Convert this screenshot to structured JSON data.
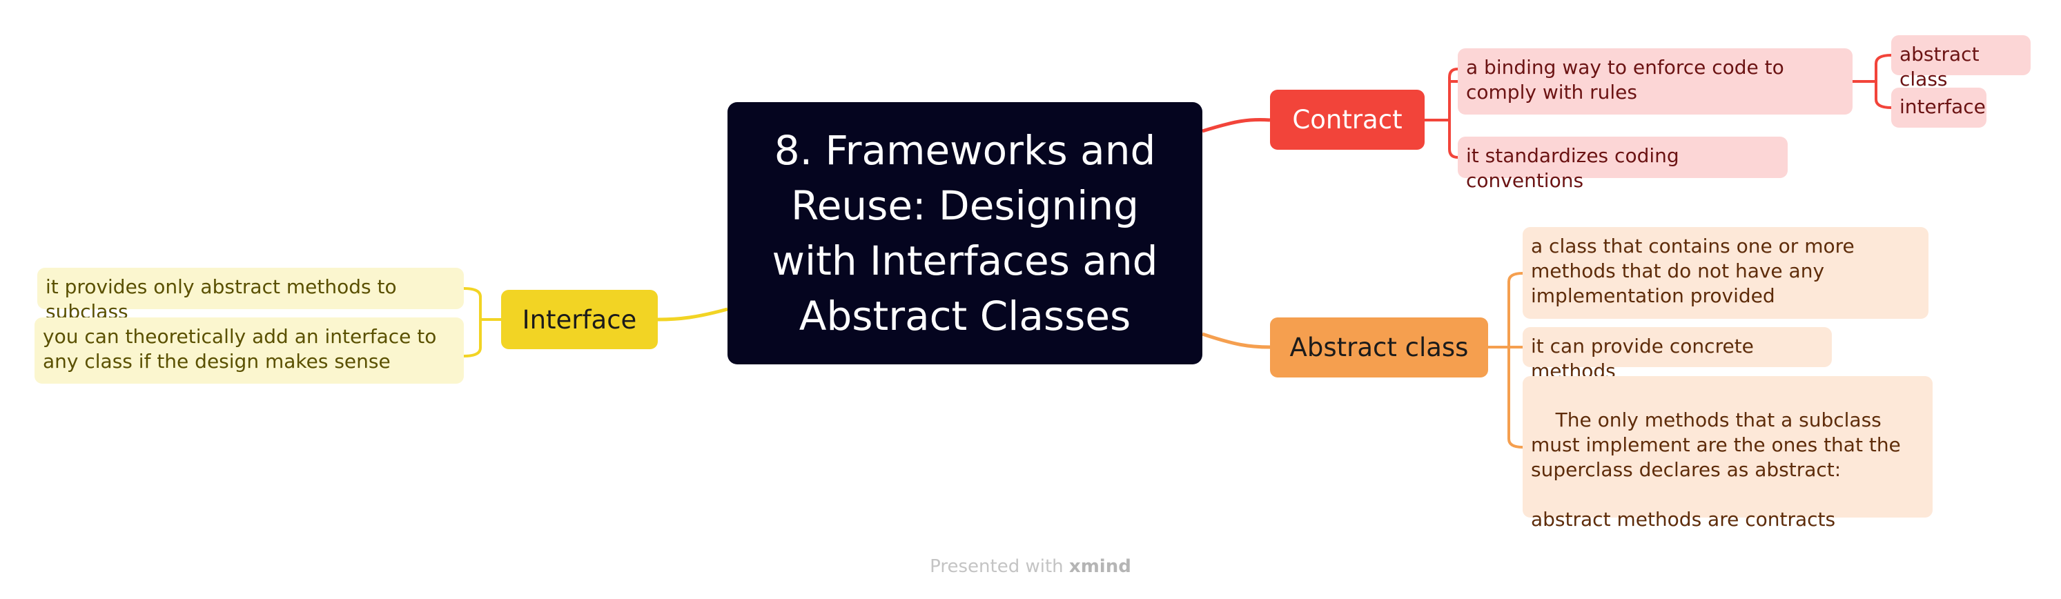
{
  "central_topic": "8. Frameworks and Reuse: Designing with Interfaces and Abstract Classes",
  "branches": {
    "contract": {
      "label": "Contract",
      "color": "#f2443a",
      "children": [
        {
          "label": "a binding way to enforce code to comply with rules",
          "children": [
            "abstract class",
            "interface"
          ]
        },
        {
          "label": "it standardizes coding conventions"
        }
      ]
    },
    "abstract_class": {
      "label": "Abstract class",
      "color": "#f59f4f",
      "children": [
        "a class that contains one or more methods that do not have any implementation provided",
        "it can provide concrete methods",
        "The only methods that a subclass must implement are the ones that the superclass declares as abstract:\n\nabstract methods are contracts"
      ]
    },
    "interface": {
      "label": "Interface",
      "color": "#f2d424",
      "children": [
        "it provides only abstract methods to subclass",
        "you can theoretically add an interface to any class if the design makes sense"
      ]
    }
  },
  "footer": {
    "prefix": "Presented with",
    "brand": "xmind"
  }
}
